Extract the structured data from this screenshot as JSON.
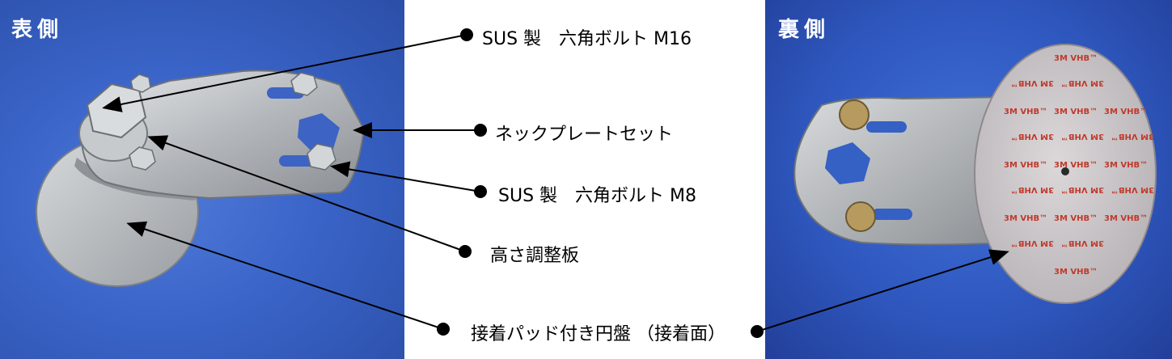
{
  "panels": {
    "front_title": "表側",
    "back_title": "裏側"
  },
  "labels": {
    "bolt_m16": "SUS 製　六角ボルト M16",
    "neck_plate": "ネックプレートセット",
    "bolt_m8": "SUS 製　六角ボルト M8",
    "height_plate": "高さ調整板",
    "adhesive_disc": "接着パッド付き円盤 （接着面）"
  },
  "tape_print": "3M VHB™",
  "colors": {
    "background_blue": "#3a64c8",
    "steel": "#b9bcc0",
    "tape_gray": "#c9c5c7",
    "tape_print_red": "#c0392b"
  }
}
